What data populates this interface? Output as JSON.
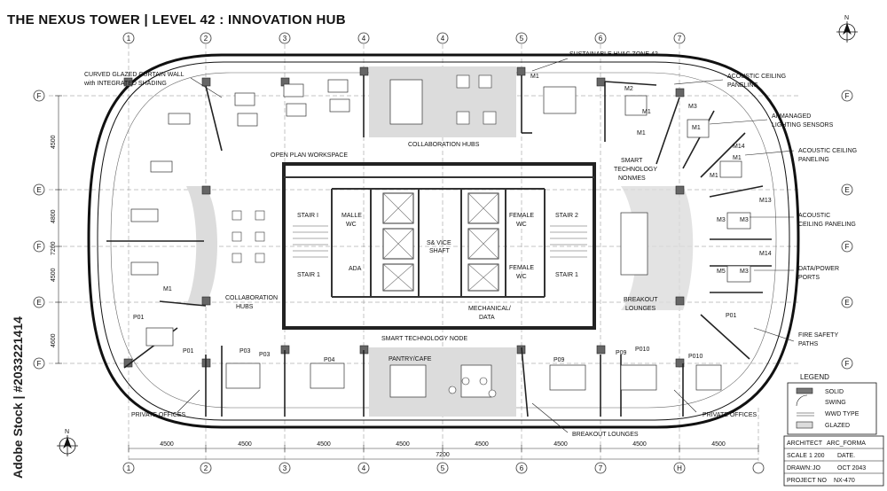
{
  "title": "THE NEXUS TOWER | LEVEL 42 : INNOVATION HUB",
  "watermark_side": "Adobe Stock | #2033221414",
  "grid": {
    "columns": [
      "1",
      "2",
      "3",
      "4",
      "4",
      "5",
      "6",
      "7"
    ],
    "bottom_columns": [
      "1",
      "2",
      "3",
      "4",
      "5",
      "6",
      "7",
      "H"
    ],
    "rows": [
      "F",
      "E",
      "F",
      "E",
      "F"
    ],
    "right_rows": [
      "F",
      "E",
      "F",
      "E",
      "F"
    ]
  },
  "dims": {
    "bottom": [
      "4500",
      "4500",
      "4500",
      "4500",
      "4500",
      "4500",
      "4500",
      "4500"
    ],
    "total": "7200",
    "left": [
      "4500",
      "4800",
      "7200",
      "4500",
      "4600"
    ]
  },
  "labels": {
    "curtain_wall_1": "CURVED GLAZED CURTAIN WALL",
    "curtain_wall_2": "with INTEGRATED SHADING",
    "open_plan": "OPEN PLAN WORKSPACE",
    "collab_top": "COLLABORATION HUBS",
    "collab_left_1": "COLLABORATION",
    "collab_left_2": "HUBS",
    "smart_tech_1": "SMART",
    "smart_tech_2": "TECHNOLOGY",
    "smart_tech_3": "NONMES",
    "sustainable": "SUSTAINABLE HVAC ZONE 42",
    "stair1a": "STAIR I",
    "stair1b": "STAIR 1",
    "stair2a": "STAIR 2",
    "stair2b": "STAIR 1",
    "male_wc_1": "MALLE",
    "male_wc_2": "WC",
    "female_wc1_1": "FEMALE",
    "female_wc1_2": "WC",
    "female_wc2_1": "FEMALE",
    "female_wc2_2": "WC",
    "ada": "ADA",
    "service_1": "S& VICE",
    "service_2": "SHAFT",
    "mech_1": "MECHANICAL/",
    "mech_2": "DATA",
    "breakout_1": "BREAKOUT",
    "breakout_2": "LOUNGES",
    "smart_node": "SMART TECHNOLOGY NODE",
    "pantry": "PANTRY/CAFE",
    "private_left": "PRIVATE OFFICES",
    "private_right": "PRIVATE OFFICES",
    "breakout_bottom": "BREAKOUT LOUNGES",
    "acoustic_1a": "ACOUSTIC CEILING",
    "acoustic_1b": "PANELING",
    "ai_1": "AI-MANAGED",
    "ai_2": "LIGHTING SENSORS",
    "acoustic_2a": "ACOUSTIC CEILING",
    "acoustic_2b": "PANELING",
    "acoustic_3a": "ACOUSTIC",
    "acoustic_3b": "CEILING PANELING",
    "data_1": "DATA/POWER",
    "data_2": "PORTS",
    "fire_1": "FIRE SAFETY",
    "fire_2": "PATHS"
  },
  "rooms": {
    "m1_top": "M1",
    "m2": "M2",
    "m1_a": "M1",
    "m1_b": "M1",
    "m3_a": "M3",
    "m1_c": "M1",
    "m14_a": "M14",
    "m1_d": "M1",
    "m1_e": "M1",
    "m13": "M13",
    "m3_b": "M3",
    "m3_c": "M3",
    "m14_b": "M14",
    "m5": "M5",
    "m3_d": "M3",
    "m1_left": "M1",
    "p01_a": "P01",
    "p01_b": "P01",
    "p03_a": "P03",
    "p03_b": "P03",
    "p04": "P04",
    "p09_a": "P09",
    "p09_b": "P09",
    "p010_a": "P010",
    "p010_b": "P010",
    "p01_r": "P01"
  },
  "legend": {
    "title": "LEGEND",
    "items": [
      "SOLID",
      "SWING",
      "WWD TYPE",
      "GLAZED"
    ]
  },
  "titleblock": {
    "architect_k": "ARCHITECT",
    "architect_v": "ARC_FORMA",
    "scale_k": "SCALE",
    "scale_v": "1 200",
    "date_k": "DATE.",
    "drawn_k": "DRAWN:",
    "drawn_v": "JO",
    "date_v": "OCT 2043",
    "project_k": "PROJECT NO",
    "project_v": "NX-470"
  },
  "north": "N",
  "colors": {
    "line": "#111111",
    "core": "#555555",
    "glazed": "#d9d9d9",
    "solid": "#777777"
  }
}
